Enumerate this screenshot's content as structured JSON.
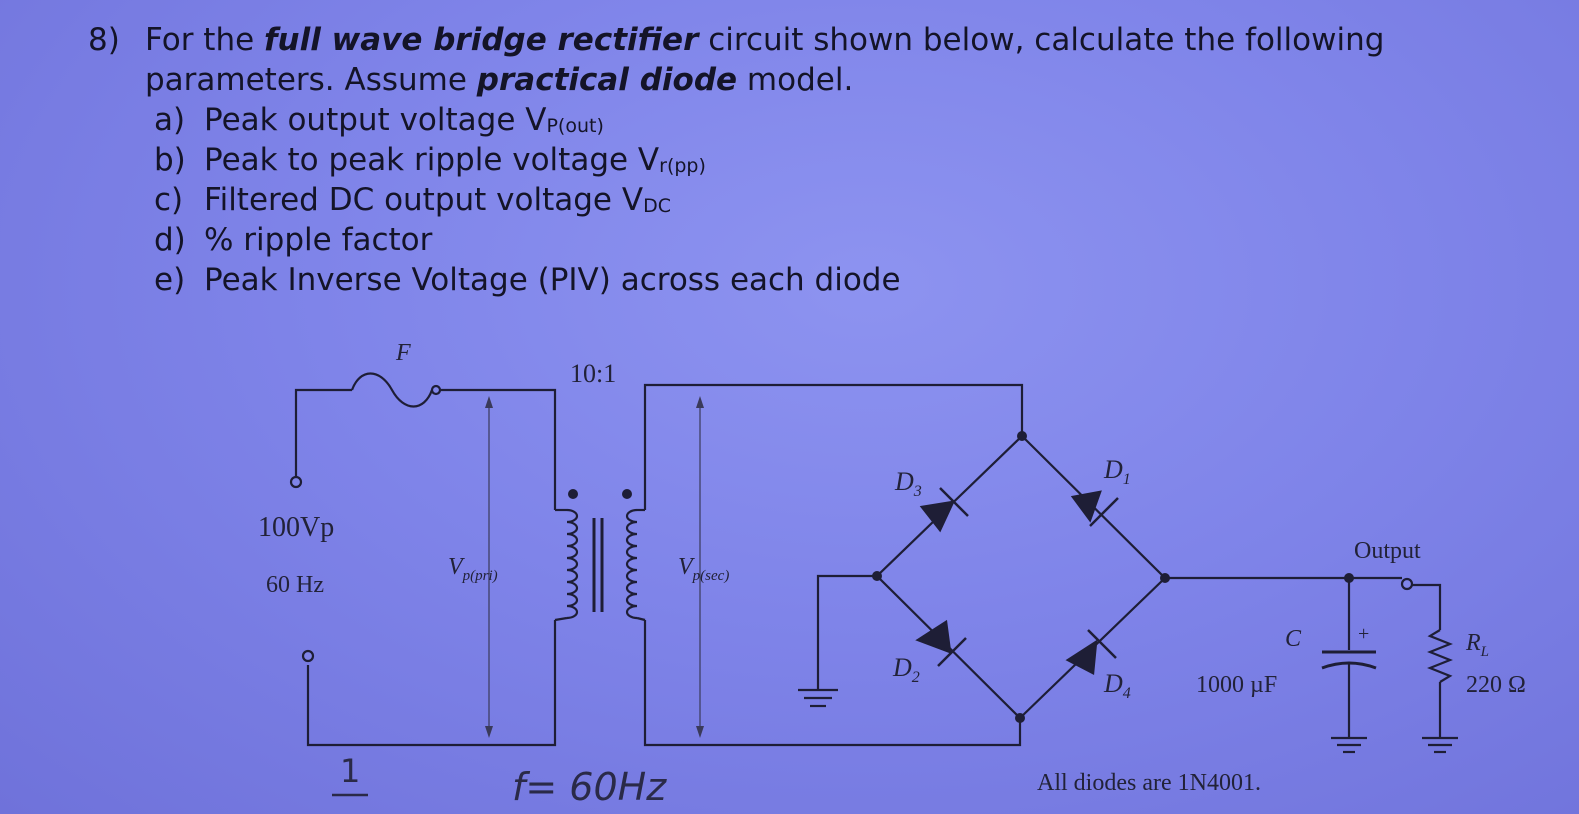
{
  "question": {
    "number": "8)",
    "stem_1": "For the ",
    "stem_bold_1": "full wave bridge rectifier",
    "stem_2": " circuit shown below, calculate the following parameters. Assume ",
    "stem_bold_2": "practical diode",
    "stem_3": " model.",
    "items": [
      {
        "letter": "a)",
        "text": "Peak output voltage V",
        "sub": "P(out)"
      },
      {
        "letter": "b)",
        "text": "Peak to peak ripple voltage V",
        "sub": "r(pp)"
      },
      {
        "letter": "c)",
        "text": "Filtered DC output voltage V",
        "sub": "DC"
      },
      {
        "letter": "d)",
        "text": "% ripple factor",
        "sub": ""
      },
      {
        "letter": "e)",
        "text": "Peak Inverse Voltage (PIV) across each diode",
        "sub": ""
      }
    ]
  },
  "circuit": {
    "fuse_label": "F",
    "ratio_label": "10:1",
    "source_voltage": "100Vp",
    "source_freq": "60 Hz",
    "vpri_label": "V",
    "vpri_sub": "p(pri)",
    "vsec_label": "V",
    "vsec_sub": "p(sec)",
    "d1": "D",
    "d1_sub": "1",
    "d2": "D",
    "d2_sub": "2",
    "d3": "D",
    "d3_sub": "3",
    "d4": "D",
    "d4_sub": "4",
    "output_label": "Output",
    "cap_label": "C",
    "cap_plus": "+",
    "cap_value": "1000 µF",
    "rl_label": "R",
    "rl_sub": "L",
    "rl_value": "220 Ω",
    "footnote": "All diodes are 1N4001."
  },
  "handwriting": {
    "note_left": "1",
    "note_f": "f= 60Hz"
  }
}
